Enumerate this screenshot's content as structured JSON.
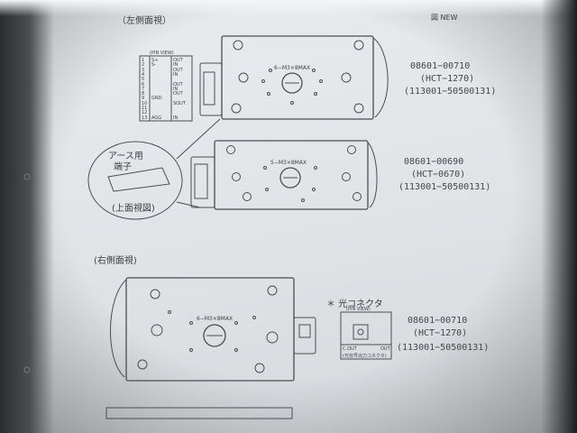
{
  "section_top": {
    "heading": "（左側面視）",
    "heading_far_right": "図 NEW"
  },
  "pin_table": {
    "title": "(PIN VIEW)",
    "rows": [
      {
        "n": "1",
        "a": "S+",
        "b": "OUT"
      },
      {
        "n": "2",
        "a": "S-",
        "b": "IN"
      },
      {
        "n": "3",
        "a": "",
        "b": "OUT"
      },
      {
        "n": "4",
        "a": "",
        "b": "IN"
      },
      {
        "n": "5",
        "a": "",
        "b": ""
      },
      {
        "n": "6",
        "a": "",
        "b": "OUT"
      },
      {
        "n": "7",
        "a": "",
        "b": "IN"
      },
      {
        "n": "8",
        "a": "",
        "b": "OUT"
      },
      {
        "n": "9",
        "a": "GND",
        "b": ""
      },
      {
        "n": "10",
        "a": "",
        "b": "SOUT"
      },
      {
        "n": "11",
        "a": "",
        "b": ""
      },
      {
        "n": "12",
        "a": "",
        "b": ""
      },
      {
        "n": "13",
        "a": "AGG",
        "b": "IN"
      }
    ]
  },
  "camera_top": {
    "label": "6−M3×8MAX",
    "part_no": "08601−00710",
    "model": "(HCT−1270)",
    "code": "(113001−50500131)"
  },
  "callout": {
    "ground_label_line1": "アース用",
    "ground_label_line2": "端子",
    "view_label": "(上面視図)"
  },
  "camera_mid": {
    "label": "5−M3×8MAX",
    "part_no": "08601−00690",
    "model": "(HCT−0670)",
    "code": "(113001−50500131)"
  },
  "section_bottom": {
    "heading": "(右側面視)"
  },
  "camera_bottom": {
    "label": "6−M3×8MAX",
    "part_no": "08601−00710",
    "model": "(HCT−1270)",
    "code": "(113001−50500131)"
  },
  "optical_connector": {
    "title": "＊ 光コネクタ",
    "pin_view": "(PIN VIEW)",
    "out_label": "C.OUT",
    "out_right": "OUT",
    "sub_label": "(光信号出力コネクタ)"
  }
}
